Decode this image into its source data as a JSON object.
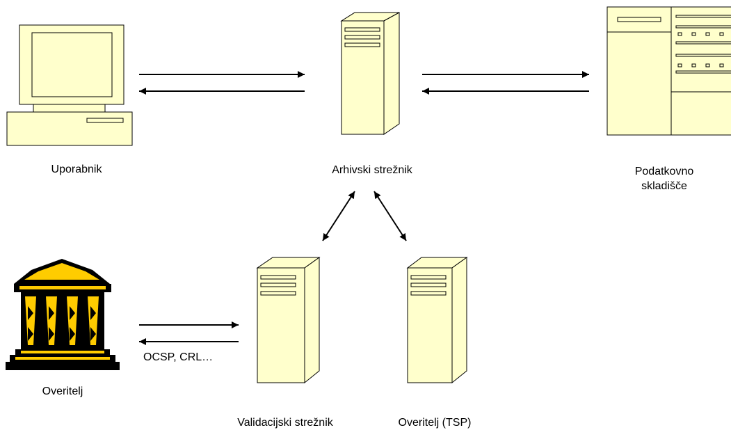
{
  "nodes": {
    "user": {
      "label": "Uporabnik"
    },
    "archive_server": {
      "label": "Arhivski strežnik"
    },
    "data_storage": {
      "label_line1": "Podatkovno",
      "label_line2": "skladišče"
    },
    "certifier": {
      "label": "Overitelj"
    },
    "validation_server": {
      "label": "Validacijski strežnik"
    },
    "tsp": {
      "label": "Overitelj (TSP)"
    }
  },
  "edges": {
    "certifier_validation": {
      "label": "OCSP, CRL…"
    }
  },
  "colors": {
    "device_fill": "#ffffcc",
    "outline": "#000000",
    "building_gold": "#ffcc00"
  }
}
